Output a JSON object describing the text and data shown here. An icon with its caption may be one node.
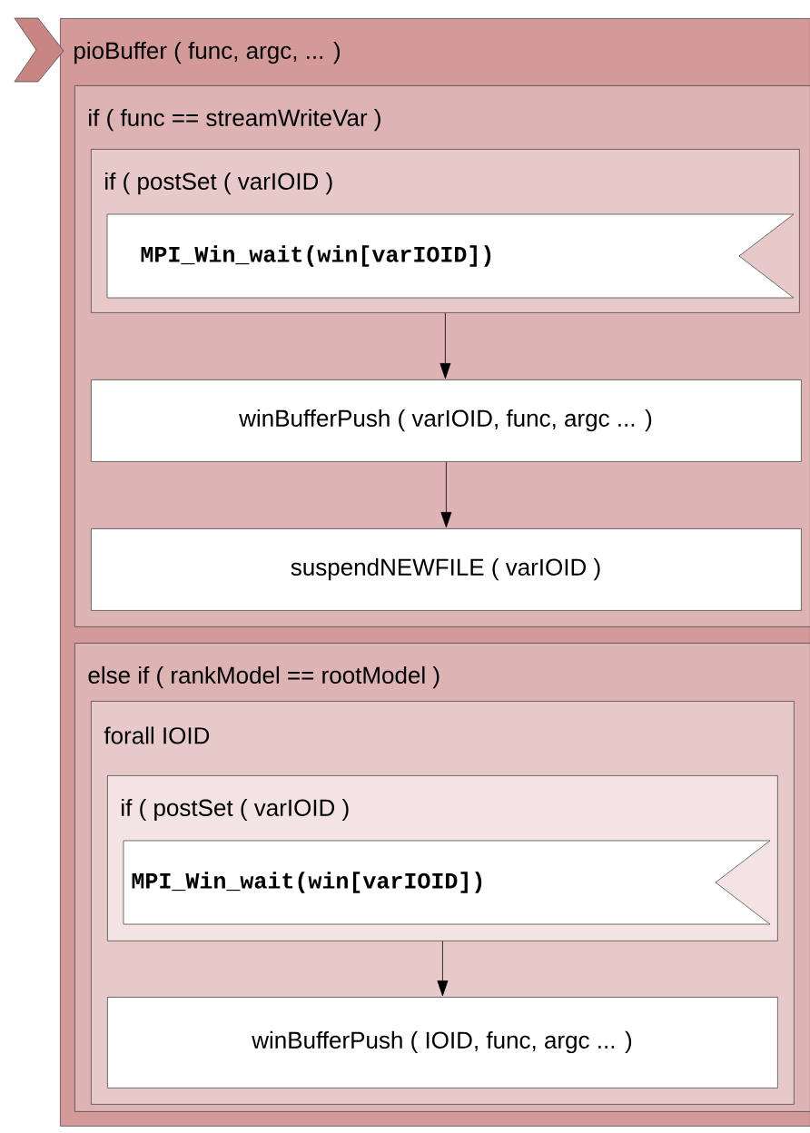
{
  "diagram": {
    "nodes": [
      {
        "text": [
          "pioBuffer ( func, argc, ... )"
        ]
      },
      {
        "text": [
          "if ( func == streamWriteVar )"
        ],
        "in": 0
      },
      {
        "text": [
          "if ( postSet ( varIOID )"
        ],
        "in": 1
      },
      {
        "text": [
          "MPI_Win_wait(win[varIOID])"
        ],
        "in": 2
      },
      {
        "text": [
          "winBufferPush ( varIOID, func, argc ...  )"
        ],
        "in": 1
      },
      {
        "text": [
          "suspendNEWFILE ( varIOID )"
        ],
        "in": 1
      },
      {
        "text": [
          "else if ( rankModel == rootModel )"
        ],
        "in": 0
      },
      {
        "text": [
          "forall IOID"
        ],
        "in": 6
      },
      {
        "text": [
          "if ( postSet ( varIOID )"
        ],
        "in": 7
      },
      {
        "text": [
          "MPI_Win_wait(win[varIOID])"
        ],
        "in": 8
      },
      {
        "text": [
          "winBufferPush ( IOID, func, argc ... )"
        ],
        "in": 7
      }
    ],
    "edges": [
      {
        "from": 2,
        "to": 4,
        "arrow": "to"
      },
      {
        "from": 4,
        "to": 5,
        "arrow": "to"
      },
      {
        "from": 8,
        "to": 10,
        "arrow": "to"
      }
    ]
  }
}
